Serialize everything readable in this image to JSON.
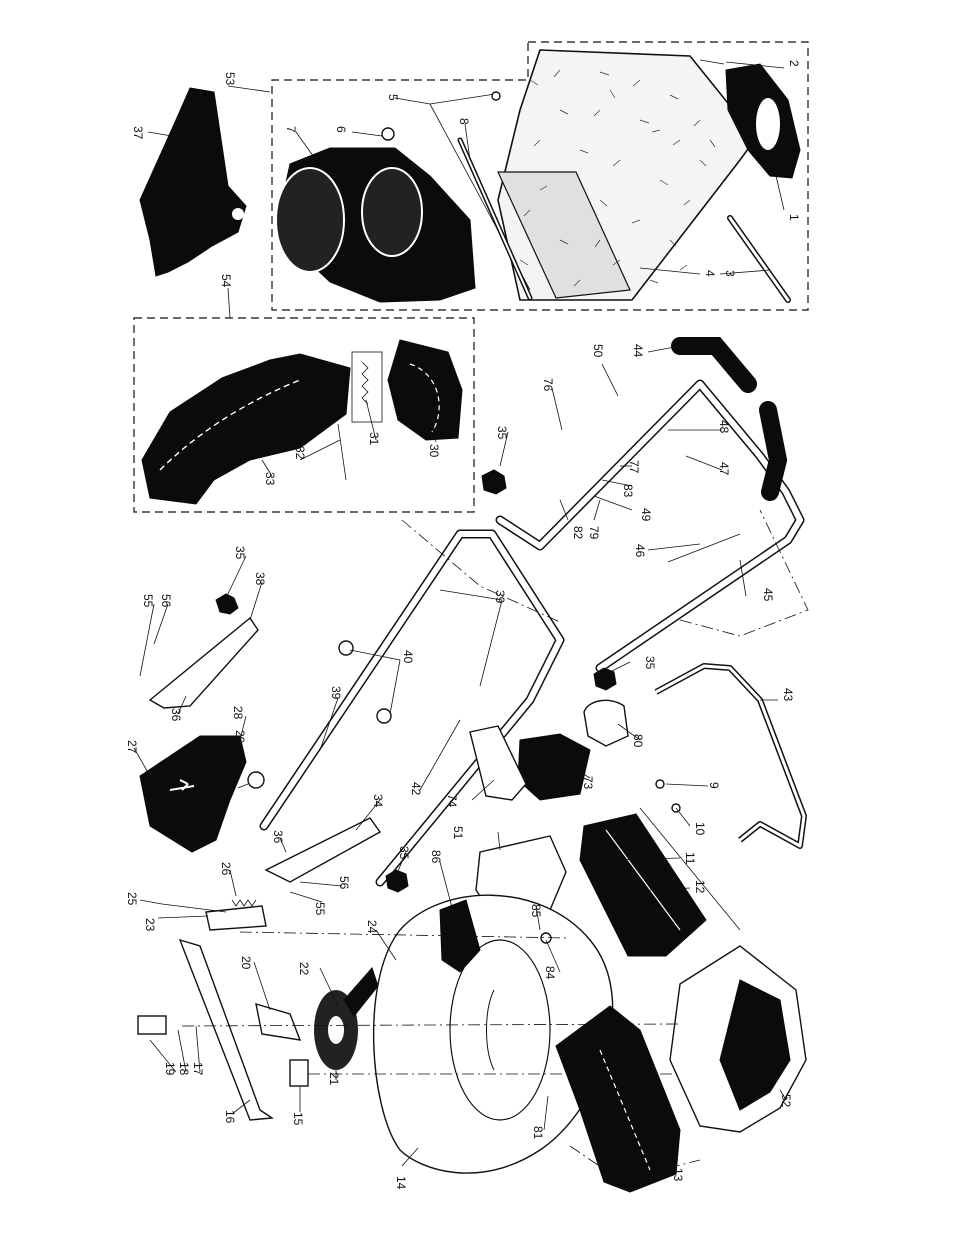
{
  "callouts": [
    "1",
    "2",
    "3",
    "4",
    "5",
    "6",
    "7",
    "8",
    "9",
    "10",
    "11",
    "12",
    "13",
    "14",
    "15",
    "16",
    "17",
    "18",
    "19",
    "20",
    "21",
    "22",
    "23",
    "24",
    "25",
    "26",
    "27",
    "28",
    "29",
    "30",
    "31",
    "32",
    "33",
    "34",
    "35",
    "35",
    "35",
    "35",
    "36",
    "36",
    "37",
    "38",
    "39",
    "39",
    "40",
    "42",
    "43",
    "44",
    "45",
    "46",
    "47",
    "48",
    "49",
    "50",
    "51",
    "52",
    "53",
    "54",
    "55",
    "55",
    "56",
    "56",
    "73",
    "74",
    "76",
    "77",
    "79",
    "80",
    "81",
    "82",
    "83",
    "84",
    "85",
    "86"
  ],
  "colors": {
    "ink": "#0b0b0b",
    "paper": "#ffffff"
  }
}
